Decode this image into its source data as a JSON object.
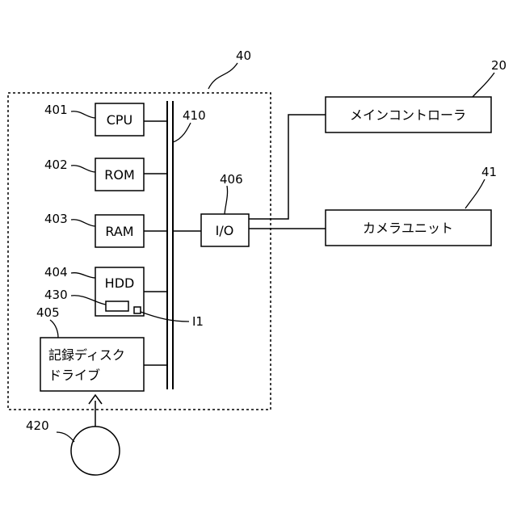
{
  "refs": {
    "system": "40",
    "cpu": "401",
    "rom": "402",
    "ram": "403",
    "hdd": "404",
    "drive": "405",
    "io": "406",
    "bus": "410",
    "chip": "430",
    "disc": "420",
    "controller": "20",
    "camera": "41",
    "connector": "I1"
  },
  "blocks": {
    "cpu": "CPU",
    "rom": "ROM",
    "ram": "RAM",
    "hdd": "HDD",
    "io": "I/O",
    "drive_line1": "記録ディスク",
    "drive_line2": "ドライブ",
    "controller": "メインコントローラ",
    "camera": "カメラユニット"
  }
}
